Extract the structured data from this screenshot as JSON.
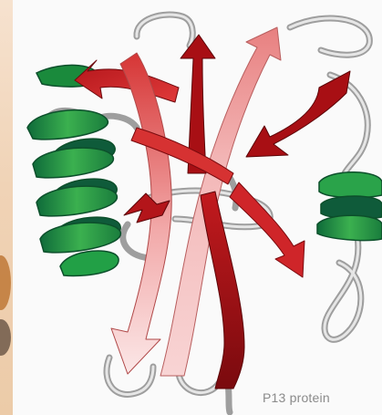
{
  "figure": {
    "caption": "P13 protein",
    "colors": {
      "helix_green": "#1f8a3e",
      "helix_dark": "#0f5b3a",
      "strand_dark_red": "#9b0d12",
      "strand_red": "#d42a2c",
      "strand_pink": "#f4c7c7",
      "loop_gray": "#b8b8b8"
    },
    "elements": [
      "alpha-helix-left",
      "alpha-helix-right",
      "beta-strands",
      "loops"
    ]
  }
}
